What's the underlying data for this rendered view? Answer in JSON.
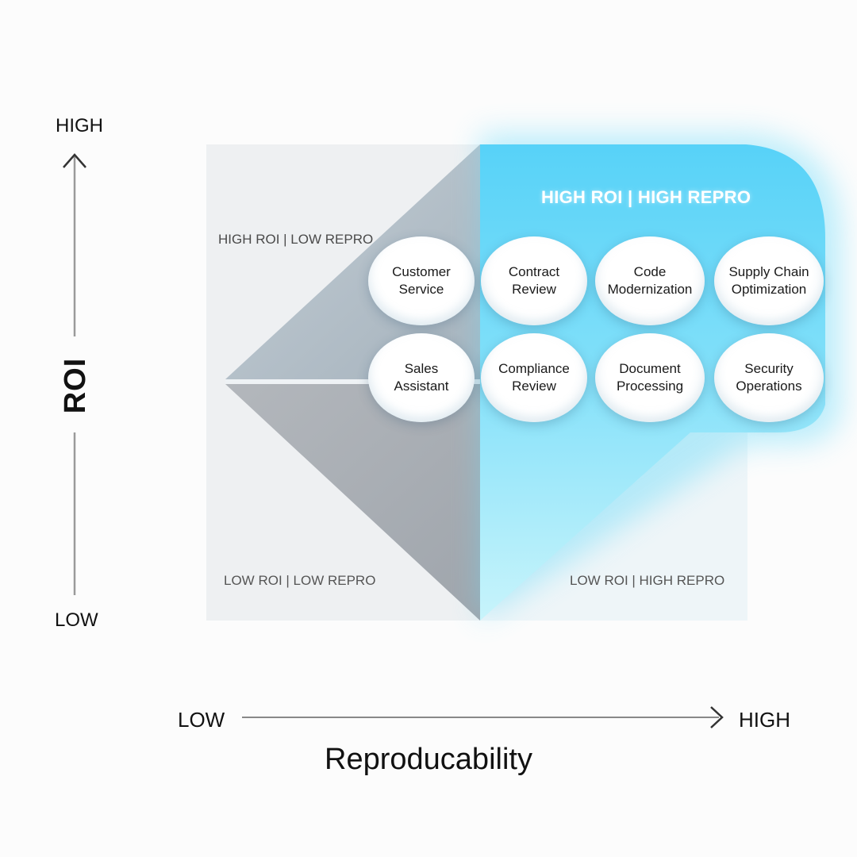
{
  "y_axis": {
    "title": "ROI",
    "high_label": "HIGH",
    "low_label": "LOW"
  },
  "x_axis": {
    "title": "Reproducability",
    "low_label": "LOW",
    "high_label": "HIGH"
  },
  "quadrants": {
    "high_roi_low_repro": "HIGH ROI | LOW REPRO",
    "high_roi_high_repro": "HIGH ROI | HIGH REPRO",
    "low_roi_low_repro": "LOW ROI | LOW REPRO",
    "low_roi_high_repro": "LOW ROI | HIGH REPRO"
  },
  "bubbles": [
    {
      "line1": "Customer",
      "line2": "Service"
    },
    {
      "line1": "Contract",
      "line2": "Review"
    },
    {
      "line1": "Code",
      "line2": "Modernization"
    },
    {
      "line1": "Supply Chain",
      "line2": "Optimization"
    },
    {
      "line1": "Sales",
      "line2": "Assistant"
    },
    {
      "line1": "Compliance",
      "line2": "Review"
    },
    {
      "line1": "Document",
      "line2": "Processing"
    },
    {
      "line1": "Security",
      "line2": "Operations"
    }
  ],
  "colors": {
    "grey_panel": "#eef0f2",
    "grey_triangle": "#a9b3bc",
    "blue_glow": "#5ad3f7",
    "blue_light": "#bff0fb"
  }
}
